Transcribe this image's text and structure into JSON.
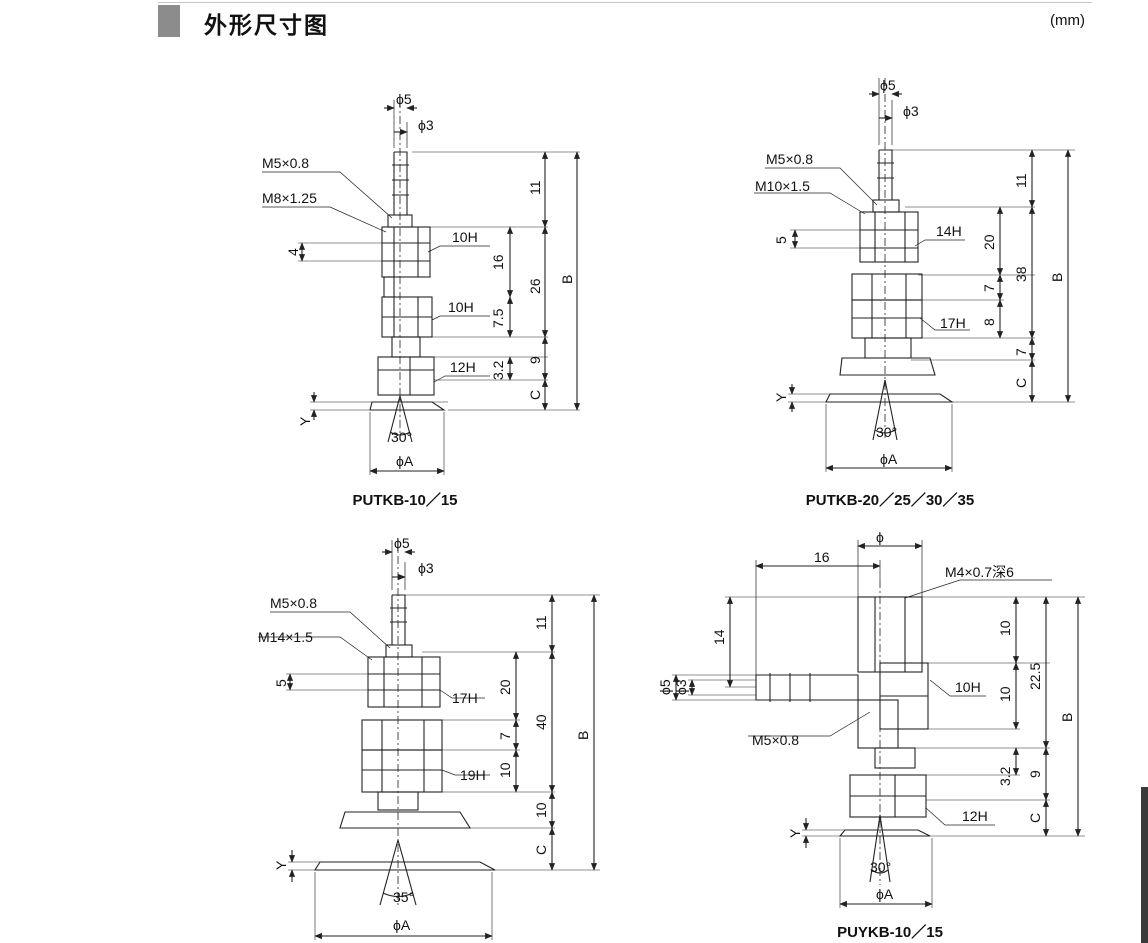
{
  "header": {
    "title": "外形尺寸图",
    "unit": "(mm)"
  },
  "drawings": [
    {
      "caption": "PUTKB-10／15",
      "labels": {
        "phi_outer": "ϕ5",
        "phi_inner": "ϕ3",
        "thread1": "M5×0.8",
        "thread2": "M8×1.25",
        "hex1": "10H",
        "hex2": "10H",
        "hex3": "12H",
        "d11": "11",
        "d16": "16",
        "d26": "26",
        "d4": "4",
        "d75": "7.5",
        "d32": "3.2",
        "d9": "9",
        "dC": "C",
        "dB": "B",
        "dY": "Y",
        "angle": "30°",
        "phiA": "ϕA"
      }
    },
    {
      "caption": "PUTKB-20／25／30／35",
      "labels": {
        "phi_outer": "ϕ5",
        "phi_inner": "ϕ3",
        "thread1": "M5×0.8",
        "thread2": "M10×1.5",
        "hex1": "14H",
        "hex2": "17H",
        "d11": "11",
        "d20": "20",
        "d38": "38",
        "d5": "5",
        "d7a": "7",
        "d8": "8",
        "d7b": "7",
        "dC": "C",
        "dB": "B",
        "dY": "Y",
        "angle": "30°",
        "phiA": "ϕA"
      }
    },
    {
      "caption": "",
      "labels": {
        "phi_outer": "ϕ5",
        "phi_inner": "ϕ3",
        "thread1": "M5×0.8",
        "thread2": "M14×1.5",
        "hex1": "17H",
        "hex2": "19H",
        "d11": "11",
        "d20": "20",
        "d40": "40",
        "d5": "5",
        "d7": "7",
        "d10a": "10",
        "d10b": "10",
        "dC": "C",
        "dB": "B",
        "dY": "Y",
        "angle": "35°",
        "phiA": "ϕA"
      }
    },
    {
      "caption": "PUYKB-10／15",
      "labels": {
        "d16": "16",
        "phi": "ϕ",
        "thread_top": "M4×0.7深6",
        "d14": "14",
        "d10a": "10",
        "d225": "22.5",
        "d10b": "10",
        "phi5": "ϕ5",
        "phi3": "ϕ3",
        "hex1": "10H",
        "thread": "M5×0.8",
        "d32": "3.2",
        "d9": "9",
        "hex2": "12H",
        "dC": "C",
        "dB": "B",
        "dY": "Y",
        "angle": "30°",
        "phiA": "ϕA"
      }
    }
  ]
}
